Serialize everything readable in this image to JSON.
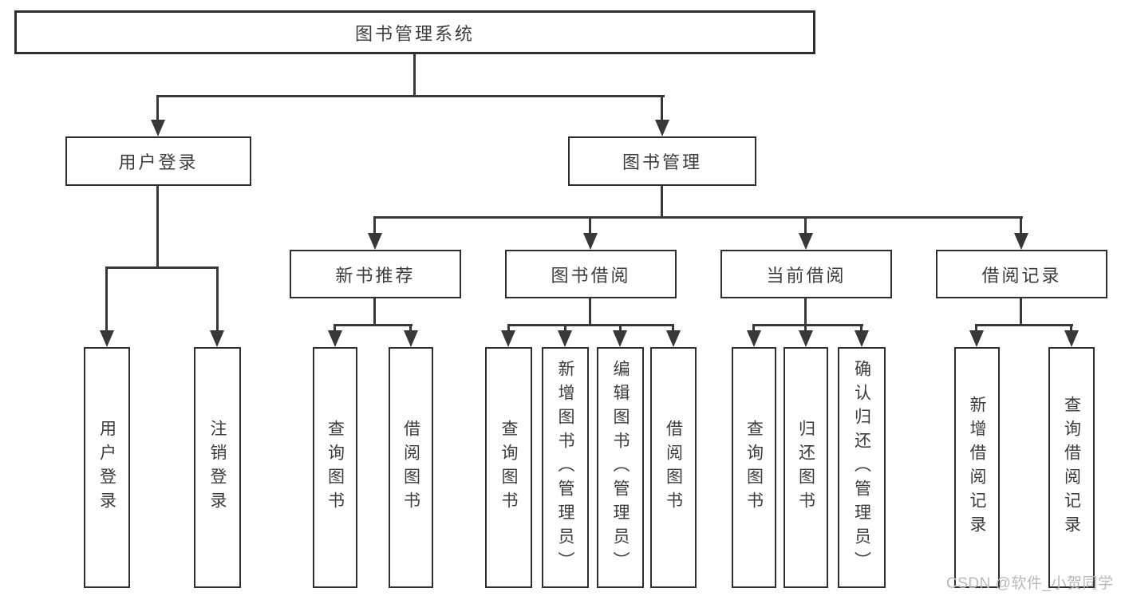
{
  "tree": {
    "root": "图书管理系统",
    "login": {
      "label": "用户登录",
      "children": [
        "用户登录",
        "注销登录"
      ]
    },
    "manage": {
      "label": "图书管理",
      "children": [
        {
          "label": "新书推荐",
          "children": [
            "查询图书",
            "借阅图书"
          ]
        },
        {
          "label": "图书借阅",
          "children": [
            "查询图书",
            "新增图书（管理员）",
            "编辑图书（管理员）",
            "借阅图书"
          ]
        },
        {
          "label": "当前借阅",
          "children": [
            "查询图书",
            "归还图书",
            "确认归还（管理员）"
          ]
        },
        {
          "label": "借阅记录",
          "children": [
            "新增借阅记录",
            "查询借阅记录"
          ]
        }
      ]
    }
  },
  "watermark": "CSDN @软件_小贺同学",
  "colors": {
    "line": "#383838",
    "box_border": "#2e2e2e",
    "text": "#3c3c3c",
    "watermark": "#b9b9b9",
    "background": "#ffffff"
  }
}
